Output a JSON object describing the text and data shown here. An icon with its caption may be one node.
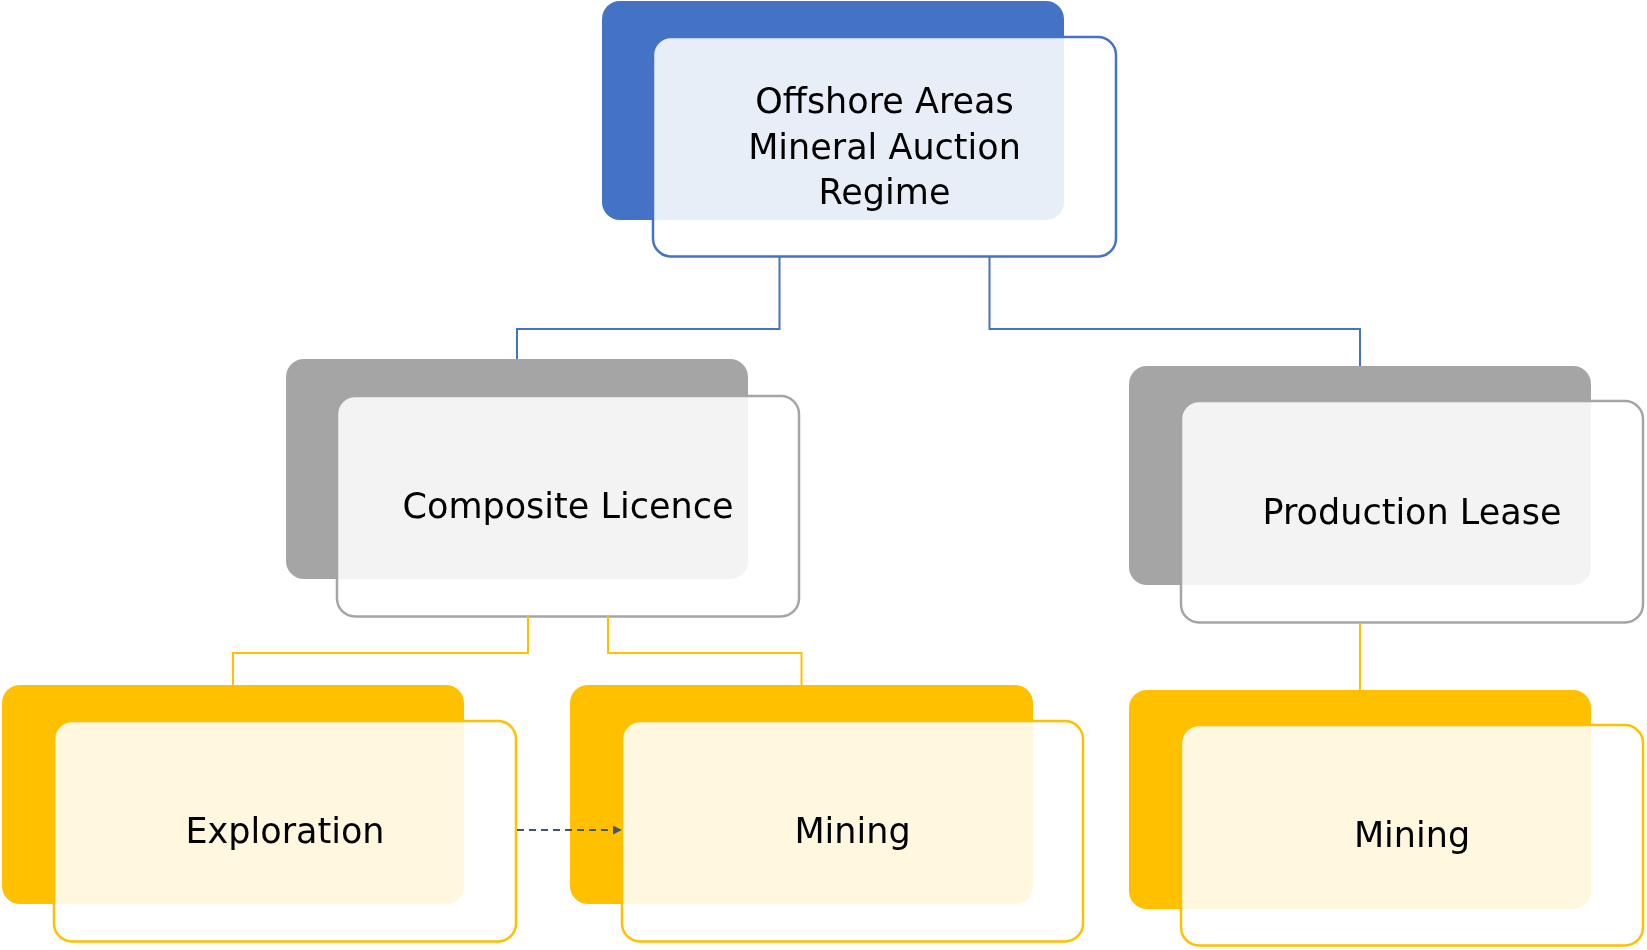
{
  "diagram": {
    "nodes": [
      {
        "text": [
          "Offshore Areas Mineral Auction Regime"
        ]
      },
      {
        "text": [
          "Composite Licence"
        ]
      },
      {
        "text": [
          "Production Lease"
        ]
      },
      {
        "text": [
          "Exploration"
        ]
      },
      {
        "text": [
          "Mining"
        ]
      },
      {
        "text": [
          "Mining"
        ]
      }
    ],
    "edges": [
      {
        "from": 0,
        "to": 1,
        "arrow": "none",
        "color": "#4472c4"
      },
      {
        "from": 0,
        "to": 2,
        "arrow": "none",
        "color": "#4472c4"
      },
      {
        "from": 1,
        "to": 3,
        "arrow": "none"
      },
      {
        "from": 1,
        "to": 4,
        "arrow": "none"
      },
      {
        "from": 2,
        "to": 5,
        "arrow": "none"
      },
      {
        "from": 3,
        "to": 4,
        "arrow": "to",
        "style": "dashed",
        "color": "#44546a"
      }
    ]
  }
}
